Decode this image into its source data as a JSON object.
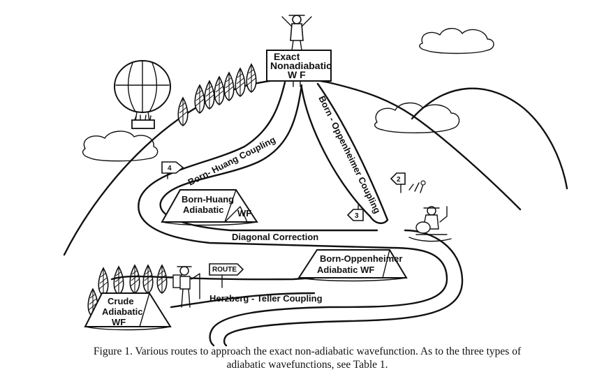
{
  "summit": {
    "label_line1": "Exact",
    "label_line2": "Nonadiabatic",
    "label_line3": "W F"
  },
  "roads": {
    "born_huang_coupling": "Born- Huang  Coupling",
    "born_oppenheimer_coupling": "Born - Oppenheimer Coupling",
    "diagonal_correction": "Diagonal  Correction",
    "herzberg_teller_coupling": "Herzberg - Teller Coupling"
  },
  "tents": {
    "born_huang": {
      "line1": "Born-Huang",
      "line2": "Adiabatic",
      "line3": "WF"
    },
    "born_oppenheimer": {
      "line1": "Born-Oppenheimer",
      "line2": "Adiabatic WF"
    },
    "crude": {
      "line1": "Crude",
      "line2": "Adiabatic",
      "line3": "WF"
    }
  },
  "signs": {
    "route_sign": "ROUTE",
    "sign_2": "2",
    "sign_3": "3",
    "sign_4": "4"
  },
  "caption": {
    "line1": "Figure 1. Various routes to approach the exact non-adiabatic wavefunction. As to the three types of",
    "line2": "adiabatic wavefunctions, see Table 1."
  }
}
